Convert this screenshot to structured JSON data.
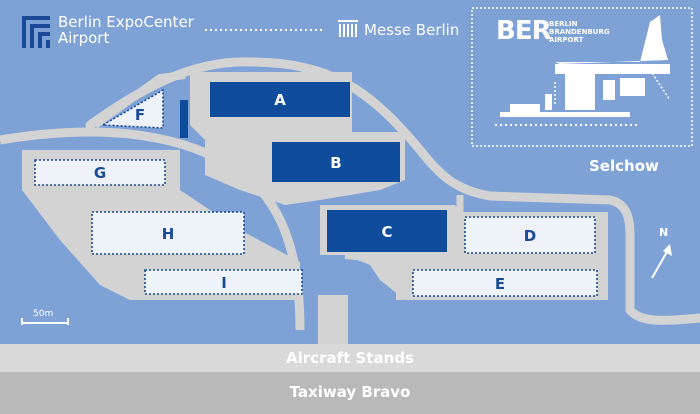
{
  "header": {
    "expocenter_line1": "Berlin ExpoCenter",
    "expocenter_line2": "Airport",
    "messe": "Messe Berlin"
  },
  "ber": {
    "logo": "BER",
    "line1": "BERLIN",
    "line2": "BRANDENBURG",
    "line3": "AIRPORT"
  },
  "place": "Selchow",
  "north": "N",
  "scale": "50m",
  "bands": {
    "aircraft_stands": "Aircraft Stands",
    "taxiway": "Taxiway Bravo"
  },
  "halls": [
    {
      "id": "A",
      "style": "dark"
    },
    {
      "id": "B",
      "style": "dark"
    },
    {
      "id": "C",
      "style": "dark"
    },
    {
      "id": "D",
      "style": "light"
    },
    {
      "id": "E",
      "style": "light"
    },
    {
      "id": "F",
      "style": "light"
    },
    {
      "id": "G",
      "style": "light"
    },
    {
      "id": "H",
      "style": "light"
    },
    {
      "id": "I",
      "style": "light"
    }
  ],
  "colors": {
    "background": "#7ea2d6",
    "ground": "#d3d3d3",
    "hall_dark": "#0f4c9c",
    "hall_light": "#eef3fa",
    "band_upper": "#d9d9d9",
    "band_lower": "#b9b9b9"
  }
}
